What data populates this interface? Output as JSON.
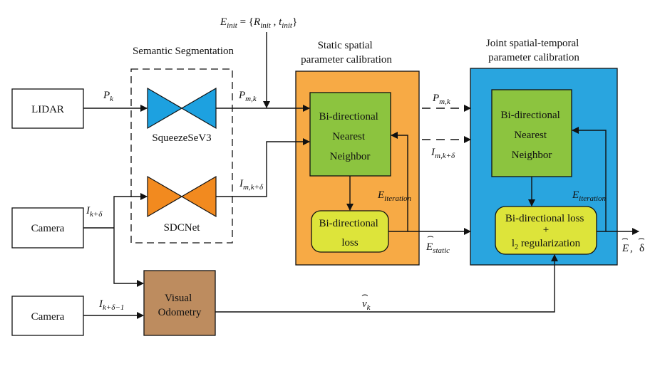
{
  "blocks": {
    "lidar": "LIDAR",
    "camera_1": "Camera",
    "camera_2": "Camera",
    "squeezeseg": "SqueezeSeV3",
    "sdcnet": "SDCNet",
    "visual_odometry": [
      "Visual",
      "Odometry"
    ],
    "bnn_static": [
      "Bi-directional",
      "Nearest",
      "Neighbor"
    ],
    "loss_static": [
      "Bi-directional",
      "loss"
    ],
    "bnn_joint": [
      "Bi-directional",
      "Nearest",
      "Neighbor"
    ],
    "loss_joint": [
      "Bi-directional loss",
      "+"
    ],
    "l2_prefix": "l",
    "l2_sub": "2",
    "l2_rest": " regularization"
  },
  "sections": {
    "semantic": "Semantic Segmentation",
    "static": [
      "Static spatial",
      "parameter calibration"
    ],
    "joint": [
      "Joint spatial-temporal",
      "parameter calibration"
    ]
  },
  "signals": {
    "e_init": {
      "E": "E",
      "E_sub": "init",
      "eq": " = {",
      "R": "R",
      "R_sub": "init",
      "comma": " , ",
      "t": "t",
      "t_sub": "init",
      "close": "}"
    },
    "p_k": {
      "main": "P",
      "sub": "k"
    },
    "p_mk": {
      "main": "P",
      "sub": "m,k"
    },
    "p_mk_2": {
      "main": "P",
      "sub": "m,k"
    },
    "i_mkd": {
      "main": "I",
      "sub": "m,k+δ"
    },
    "i_mkd_2": {
      "main": "I",
      "sub": "m,k+δ"
    },
    "i_kd": {
      "main": "I",
      "sub": "k+δ"
    },
    "i_kd1": {
      "main": "I",
      "sub": "k+δ−1"
    },
    "e_iter_1": {
      "main": "E",
      "sub": "iteration"
    },
    "e_iter_2": {
      "main": "E",
      "sub": "iteration"
    },
    "e_static": {
      "hat": "⌢",
      "main": "E",
      "sub": "static"
    },
    "v_k": {
      "hat": "⌢",
      "main": "v",
      "sub": "k"
    },
    "output": {
      "hat1": "⌢",
      "E": "E",
      "comma": ",",
      "hat2": "⌢",
      "delta": "δ"
    }
  },
  "colors": {
    "squeezeseg": "#1da1e0",
    "sdcnet": "#f28a1f",
    "static_panel": "#f7aa45",
    "joint_panel": "#29a5df",
    "bnn": "#8cc43f",
    "loss": "#dde43a",
    "visual_odometry": "#bd8c5f",
    "line": "#111111"
  }
}
